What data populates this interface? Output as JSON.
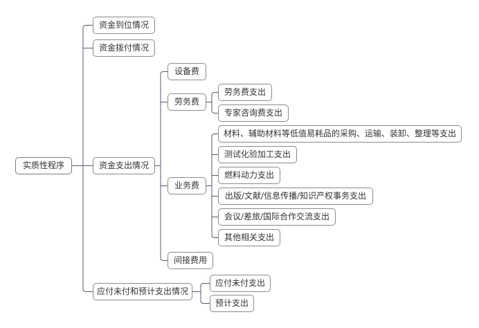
{
  "mindmap": {
    "root": "实质性程序",
    "branches": [
      {
        "label": "资金到位情况"
      },
      {
        "label": "资金拨付情况"
      },
      {
        "label": "资金支出情况",
        "children": [
          {
            "label": "设备费"
          },
          {
            "label": "劳务费",
            "children": [
              "劳务费支出",
              "专家咨询费支出"
            ]
          },
          {
            "label": "业务费",
            "children": [
              "材料、辅助材料等低值易耗品的采购、运输、装卸、整理等支出",
              "测试化验加工支出",
              "燃料动力支出",
              "出版/文献/信息传播/知识产权事务支出",
              "会议/差旅/国际合作交流支出",
              "其他相关支出"
            ]
          },
          {
            "label": "间接费用"
          }
        ]
      },
      {
        "label": "应付未付和预计支出情况",
        "children": [
          "应付未付支出",
          "预计支出"
        ]
      }
    ]
  },
  "colors": {
    "line": "#5c5470",
    "border": "#8a8a8a",
    "text": "#333333"
  }
}
